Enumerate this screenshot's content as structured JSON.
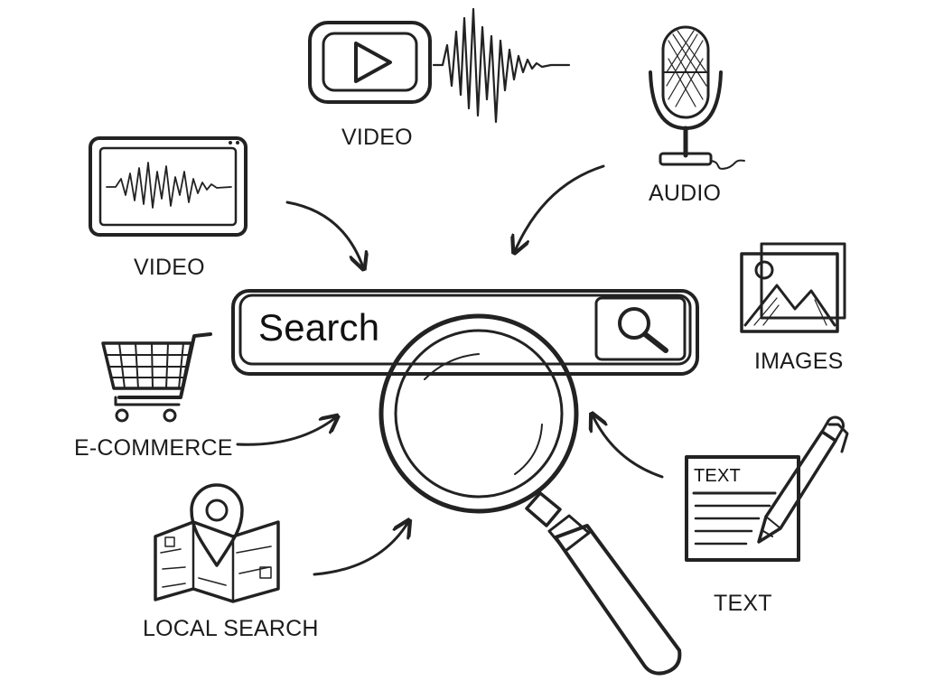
{
  "search_bar": {
    "text": "Search"
  },
  "text_doc": {
    "header": "TEXT"
  },
  "labels": {
    "video_top": "VIDEO",
    "audio": "AUDIO",
    "video_left": "VIDEO",
    "images": "IMAGES",
    "ecommerce": "E-COMMERCE",
    "text": "TEXT",
    "local_search": "LOCAL SEARCH"
  },
  "colors": {
    "ink": "#222222",
    "paper": "#ffffff",
    "shade": "#d8d8d8"
  },
  "icons": [
    "play-button-icon",
    "audio-waveform-icon",
    "microphone-icon",
    "video-player-icon",
    "image-icon",
    "shopping-cart-icon",
    "map-pin-icon",
    "pen-icon",
    "document-icon",
    "magnifying-glass-icon",
    "search-icon"
  ]
}
